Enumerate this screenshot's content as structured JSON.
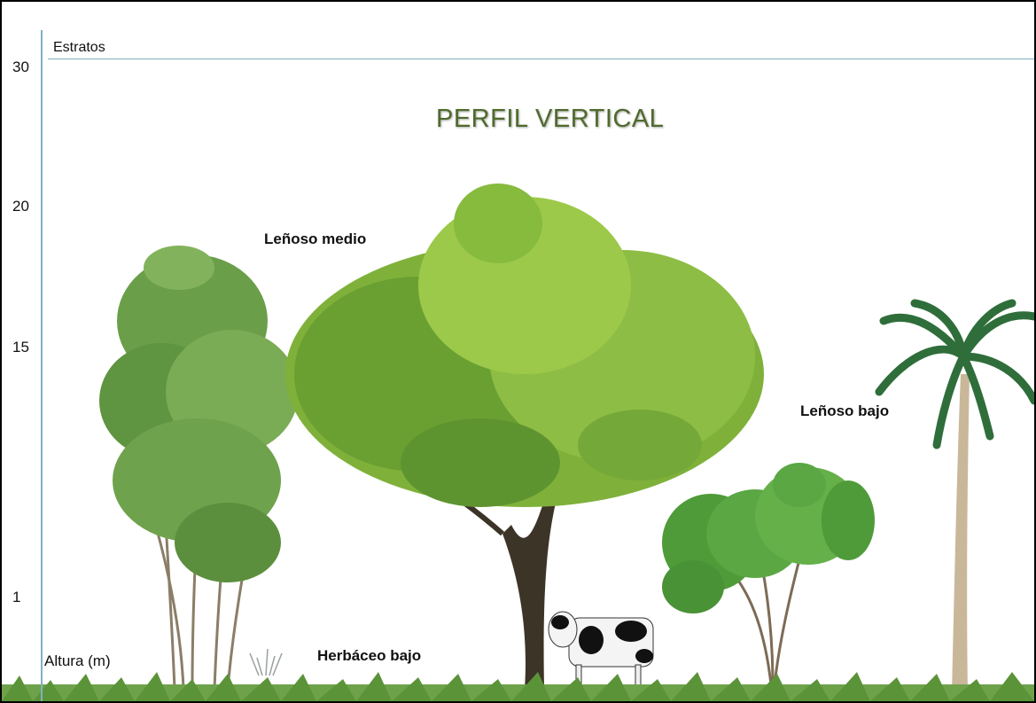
{
  "title": "PERFIL VERTICAL",
  "strata_axis_label": "Estratos",
  "y_axis_label": "Altura (m)",
  "y_ticks": [
    "30",
    "20",
    "15",
    "1"
  ],
  "strata": {
    "medio": "Leñoso medio",
    "bajo": "Leñoso bajo",
    "herbaceo": "Herbáceo bajo"
  },
  "colors": {
    "axis": "#7fb2c2",
    "title": "#4f6a2c",
    "foliage_dark": "#3e7a2a",
    "foliage_light": "#9cc94a"
  }
}
